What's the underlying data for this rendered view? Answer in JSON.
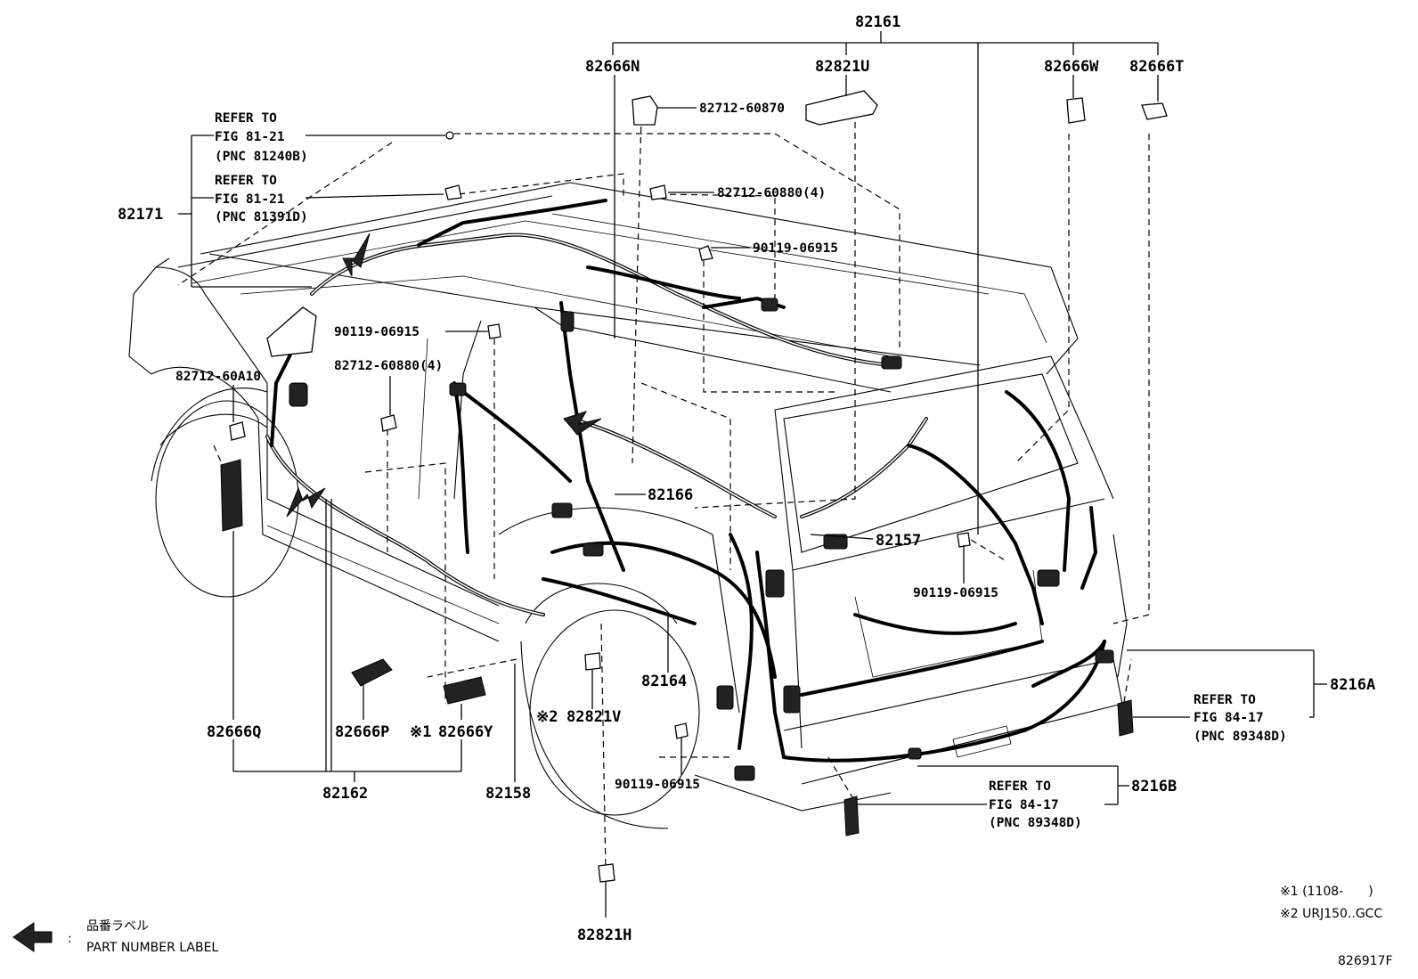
{
  "diagram": {
    "callouts": {
      "top_harness": "82161",
      "c82666N": "82666N",
      "c82821U": "82821U",
      "c82666W": "82666W",
      "c82666T": "82666T",
      "c82171": "82171",
      "c82166": "82166",
      "c82157": "82157",
      "c82164": "82164",
      "c82821V": "82821V",
      "c82666Q": "82666Q",
      "c82666P": "82666P",
      "c82666Y": "82666Y",
      "c82162": "82162",
      "c82158": "82158",
      "c8216A": "8216A",
      "c8216B": "8216B",
      "c82821H": "82821H"
    },
    "markers": {
      "m1": "※1",
      "m2": "※2"
    },
    "fasteners": {
      "f1": "82712-60870",
      "f2": "82712-60880(4)",
      "f3": "90119-06915",
      "f4": "90119-06915",
      "f5": "82712-60880(4)",
      "f6": "82712-60A10",
      "f7": "90119-06915",
      "f8": "90119-06915"
    },
    "refs": {
      "ref1": {
        "line1": "REFER TO",
        "line2": "FIG 81-21",
        "line3": "(PNC 81240B)"
      },
      "ref2": {
        "line1": "REFER TO",
        "line2": "FIG 81-21",
        "line3": "(PNC 81391D)"
      },
      "ref3": {
        "line1": "REFER TO",
        "line2": "FIG 84-17",
        "line3": "(PNC 89348D)"
      },
      "ref4": {
        "line1": "REFER TO",
        "line2": "FIG 84-17",
        "line3": "(PNC 89348D)"
      }
    },
    "notes": {
      "n1": "※1 (1108-　　)",
      "n2": "※2 URJ150..GCC"
    },
    "legend": {
      "jp": "品番ラベル",
      "colon": ":",
      "en": "PART NUMBER LABEL"
    },
    "figure_id": "826917F"
  }
}
